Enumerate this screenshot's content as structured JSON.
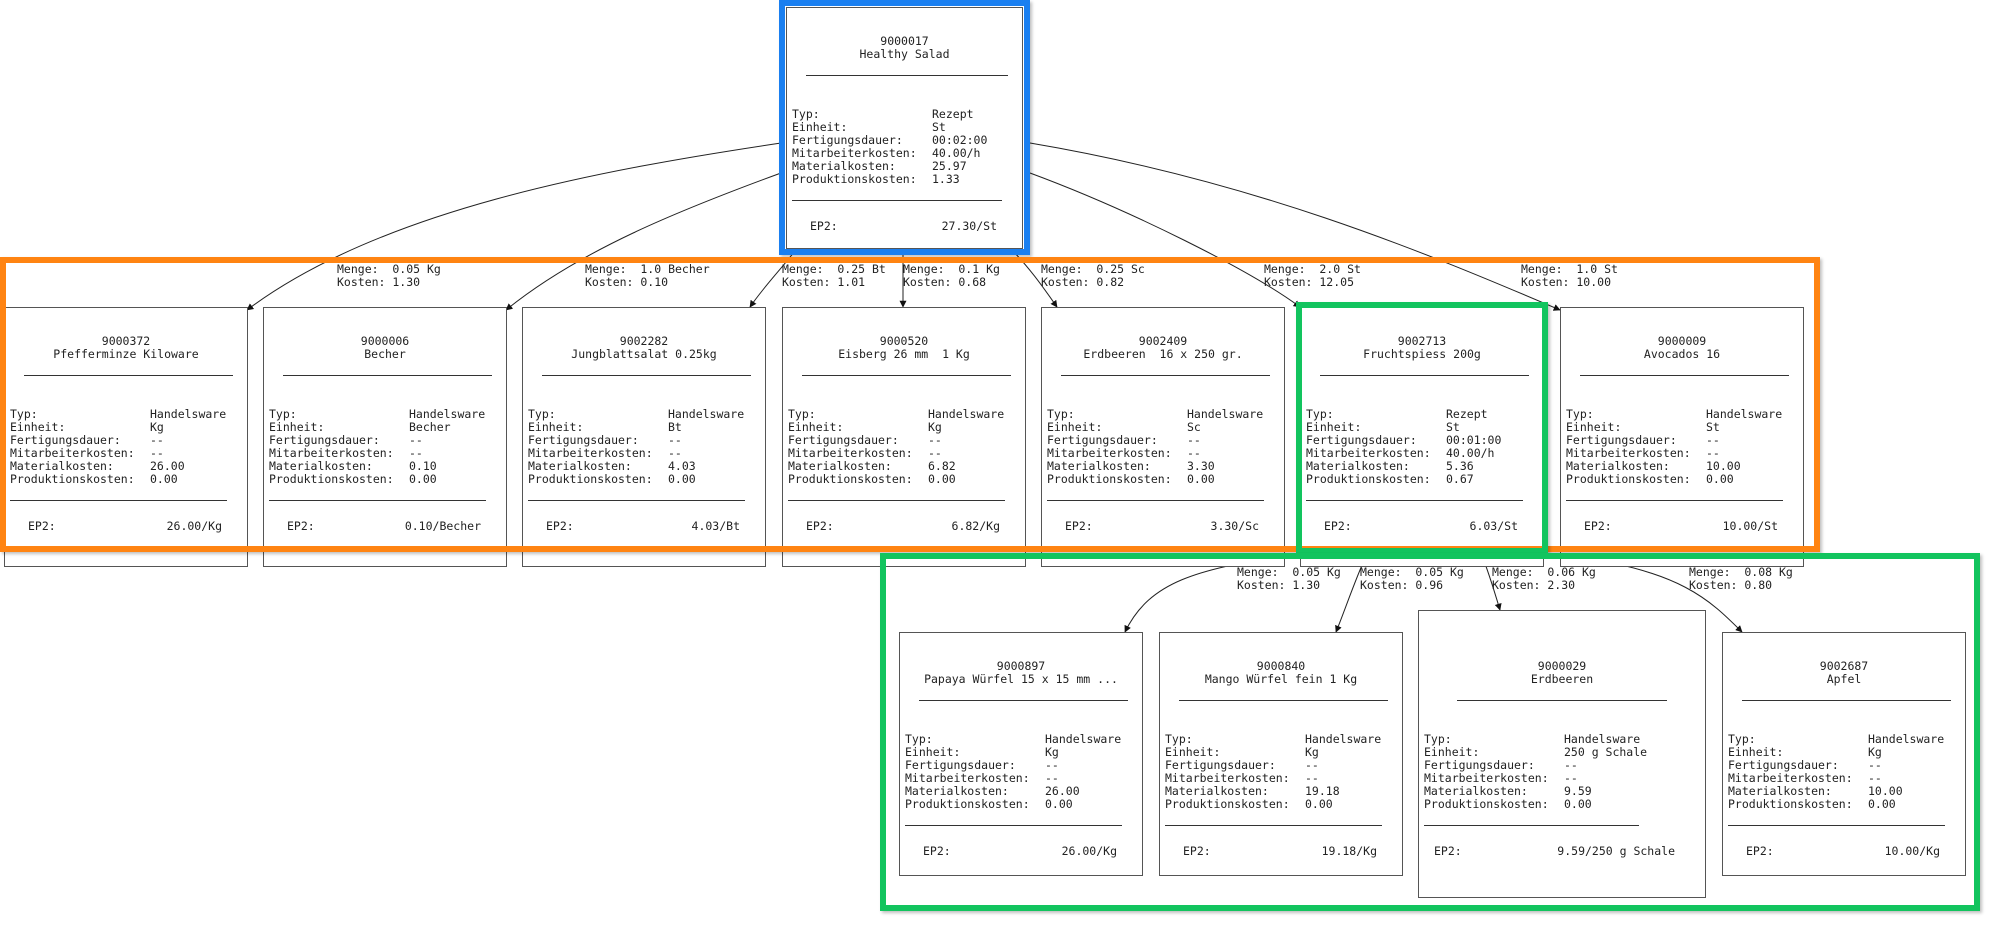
{
  "colors": {
    "root_highlight": "#1a7ff0",
    "level1_highlight": "#ff8412",
    "level2_highlight": "#12c45e",
    "edge": "#222222",
    "node_border": "#555555"
  },
  "field_labels": {
    "typ": "Typ:",
    "einheit": "Einheit:",
    "fertigungsdauer": "Fertigungsdauer:",
    "mitarbeiterkosten": "Mitarbeiterkosten:",
    "materialkosten": "Materialkosten:",
    "produktionskosten": "Produktionskosten:",
    "ep2": "EP2:"
  },
  "root": {
    "id": "9000017",
    "name": "Healthy Salad",
    "typ": "Rezept",
    "einheit": "St",
    "fertigungsdauer": "00:02:00",
    "mitarbeiterkosten": "40.00/h",
    "materialkosten": "25.97",
    "produktionskosten": "1.33",
    "ep2": "27.30/St"
  },
  "level1": [
    {
      "id": "9000372",
      "name": "Pfefferminze Kiloware",
      "typ": "Handelsware",
      "einheit": "Kg",
      "fertigungsdauer": "--",
      "mitarbeiterkosten": "--",
      "materialkosten": "26.00",
      "produktionskosten": "0.00",
      "ep2": "26.00/Kg",
      "menge": "Menge:  0.05 Kg",
      "kosten": "Kosten: 1.30"
    },
    {
      "id": "9000006",
      "name": "Becher",
      "typ": "Handelsware",
      "einheit": "Becher",
      "fertigungsdauer": "--",
      "mitarbeiterkosten": "--",
      "materialkosten": "0.10",
      "produktionskosten": "0.00",
      "ep2": "0.10/Becher",
      "menge": "Menge:  1.0 Becher",
      "kosten": "Kosten: 0.10"
    },
    {
      "id": "9002282",
      "name": "Jungblattsalat 0.25kg",
      "typ": "Handelsware",
      "einheit": "Bt",
      "fertigungsdauer": "--",
      "mitarbeiterkosten": "--",
      "materialkosten": "4.03",
      "produktionskosten": "0.00",
      "ep2": "4.03/Bt",
      "menge": "Menge:  0.25 Bt",
      "kosten": "Kosten: 1.01"
    },
    {
      "id": "9000520",
      "name": "Eisberg 26 mm  1 Kg",
      "typ": "Handelsware",
      "einheit": "Kg",
      "fertigungsdauer": "--",
      "mitarbeiterkosten": "--",
      "materialkosten": "6.82",
      "produktionskosten": "0.00",
      "ep2": "6.82/Kg",
      "menge": "Menge:  0.1 Kg",
      "kosten": "Kosten: 0.68"
    },
    {
      "id": "9002409",
      "name": "Erdbeeren  16 x 250 gr.",
      "typ": "Handelsware",
      "einheit": "Sc",
      "fertigungsdauer": "--",
      "mitarbeiterkosten": "--",
      "materialkosten": "3.30",
      "produktionskosten": "0.00",
      "ep2": "3.30/Sc",
      "menge": "Menge:  0.25 Sc",
      "kosten": "Kosten: 0.82"
    },
    {
      "id": "9002713",
      "name": "Fruchtspiess 200g",
      "typ": "Rezept",
      "einheit": "St",
      "fertigungsdauer": "00:01:00",
      "mitarbeiterkosten": "40.00/h",
      "materialkosten": "5.36",
      "produktionskosten": "0.67",
      "ep2": "6.03/St",
      "menge": "Menge:  2.0 St",
      "kosten": "Kosten: 12.05"
    },
    {
      "id": "9000009",
      "name": "Avocados 16",
      "typ": "Handelsware",
      "einheit": "St",
      "fertigungsdauer": "--",
      "mitarbeiterkosten": "--",
      "materialkosten": "10.00",
      "produktionskosten": "0.00",
      "ep2": "10.00/St",
      "menge": "Menge:  1.0 St",
      "kosten": "Kosten: 10.00"
    }
  ],
  "level2": [
    {
      "id": "9000897",
      "name": "Papaya Würfel 15 x 15 mm ...",
      "typ": "Handelsware",
      "einheit": "Kg",
      "fertigungsdauer": "--",
      "mitarbeiterkosten": "--",
      "materialkosten": "26.00",
      "produktionskosten": "0.00",
      "ep2": "26.00/Kg",
      "menge": "Menge:  0.05 Kg",
      "kosten": "Kosten: 1.30"
    },
    {
      "id": "9000840",
      "name": "Mango Würfel fein 1 Kg",
      "typ": "Handelsware",
      "einheit": "Kg",
      "fertigungsdauer": "--",
      "mitarbeiterkosten": "--",
      "materialkosten": "19.18",
      "produktionskosten": "0.00",
      "ep2": "19.18/Kg",
      "menge": "Menge:  0.05 Kg",
      "kosten": "Kosten: 0.96"
    },
    {
      "id": "9000029",
      "name": "Erdbeeren",
      "typ": "Handelsware",
      "einheit": "250 g Schale",
      "fertigungsdauer": "--",
      "mitarbeiterkosten": "--",
      "materialkosten": "9.59",
      "produktionskosten": "0.00",
      "ep2": "9.59/250 g Schale",
      "menge": "Menge:  0.06 Kg",
      "kosten": "Kosten: 2.30"
    },
    {
      "id": "9002687",
      "name": "Apfel",
      "typ": "Handelsware",
      "einheit": "Kg",
      "fertigungsdauer": "--",
      "mitarbeiterkosten": "--",
      "materialkosten": "10.00",
      "produktionskosten": "0.00",
      "ep2": "10.00/Kg",
      "menge": "Menge:  0.08 Kg",
      "kosten": "Kosten: 0.80"
    }
  ]
}
